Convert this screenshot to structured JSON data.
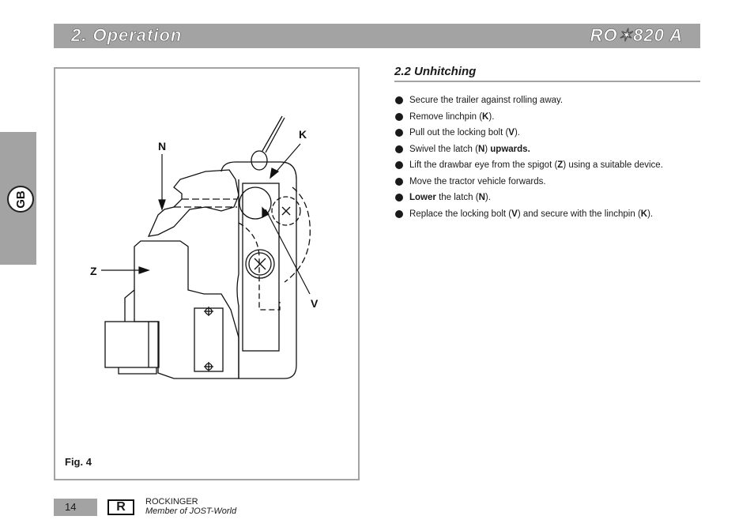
{
  "header": {
    "title": "2. Operation",
    "model": "RO✶820 A"
  },
  "side_tab": {
    "label": "GB"
  },
  "figure": {
    "caption": "Fig. 4",
    "labels": {
      "n": "N",
      "k": "K",
      "z": "Z",
      "v": "V"
    }
  },
  "section": {
    "title": "2.2 Unhitching",
    "steps": [
      [
        {
          "t": "Secure the trailer against rolling away.",
          "b": false
        }
      ],
      [
        {
          "t": "Remove linchpin (",
          "b": false
        },
        {
          "t": "K",
          "b": true
        },
        {
          "t": ").",
          "b": false
        }
      ],
      [
        {
          "t": "Pull out the locking bolt (",
          "b": false
        },
        {
          "t": "V",
          "b": true
        },
        {
          "t": ").",
          "b": false
        }
      ],
      [
        {
          "t": "Swivel the latch (",
          "b": false
        },
        {
          "t": "N",
          "b": true
        },
        {
          "t": ") ",
          "b": false
        },
        {
          "t": "upwards.",
          "b": true
        }
      ],
      [
        {
          "t": "Lift the drawbar eye from the spigot (",
          "b": false
        },
        {
          "t": "Z",
          "b": true
        },
        {
          "t": ") using a suitable device.",
          "b": false
        }
      ],
      [
        {
          "t": "Move the tractor vehicle forwards.",
          "b": false
        }
      ],
      [
        {
          "t": "Lower",
          "b": true
        },
        {
          "t": " the latch (",
          "b": false
        },
        {
          "t": "N",
          "b": true
        },
        {
          "t": ").",
          "b": false
        }
      ],
      [
        {
          "t": "Replace the locking bolt (",
          "b": false
        },
        {
          "t": "V",
          "b": true
        },
        {
          "t": ") and secure with the linchpin (",
          "b": false
        },
        {
          "t": "K",
          "b": true
        },
        {
          "t": ").",
          "b": false
        }
      ]
    ]
  },
  "footer": {
    "page_number": "14",
    "logo_letter": "R",
    "brand": "ROCKINGER",
    "tagline": "Member of JOST-World"
  }
}
